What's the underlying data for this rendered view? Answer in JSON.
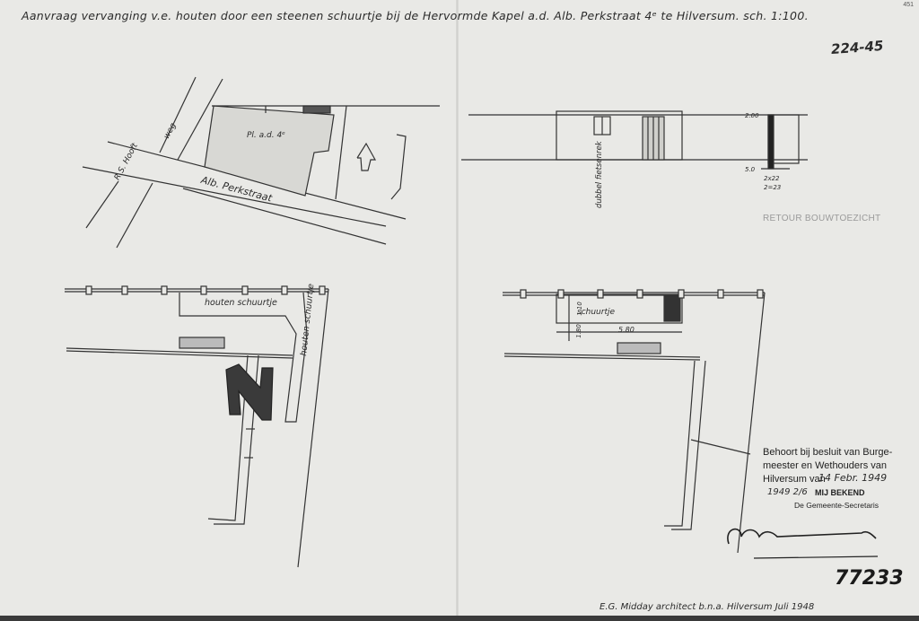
{
  "document": {
    "title": "Aanvraag vervanging v.e. houten door een steenen schuurtje bij de Hervormde Kapel a.d. Alb. Perkstraat 4ᵉ te Hilversum. sch. 1:100.",
    "reference_number": "224-45",
    "corner_number": "451",
    "archive_number": "77233",
    "architect_line": "E.G. Midday architect b.n.a. Hilversum Juli 1948"
  },
  "site_plan": {
    "street_main": "Alb. Perkstraat",
    "street_side": "R.S. Hooft",
    "street_side_suffix": "weg",
    "plot_label": "Pl. a.d. 4ᵉ"
  },
  "floor_plan_left": {
    "label_top": "houten schuurtje",
    "label_side": "houten schuurtje"
  },
  "floor_plan_right": {
    "shed_label": "schuurtje",
    "rack_label": "dubbel fietsenrek",
    "dims": [
      "1.10",
      "1.80",
      "5.80"
    ]
  },
  "elevation": {
    "dims": [
      "2.00",
      "5.0",
      "2x22",
      "2=23"
    ]
  },
  "stamps": {
    "retour": "RETOUR BOUWTOEZICHT",
    "decision_line1": "Behoort bij besluit van Burge-",
    "decision_line2": "meester en Wethouders van",
    "decision_line3": "Hilversum van",
    "decision_date": "14 Febr. 1949",
    "decision_year": "1949 2/6",
    "known": "MIJ BEKEND",
    "secretary": "De Gemeente-Secretaris"
  },
  "colors": {
    "paper": "#e9e9e6",
    "ink": "#2b2b2b",
    "stamp_faded": "#9a9a9a"
  }
}
